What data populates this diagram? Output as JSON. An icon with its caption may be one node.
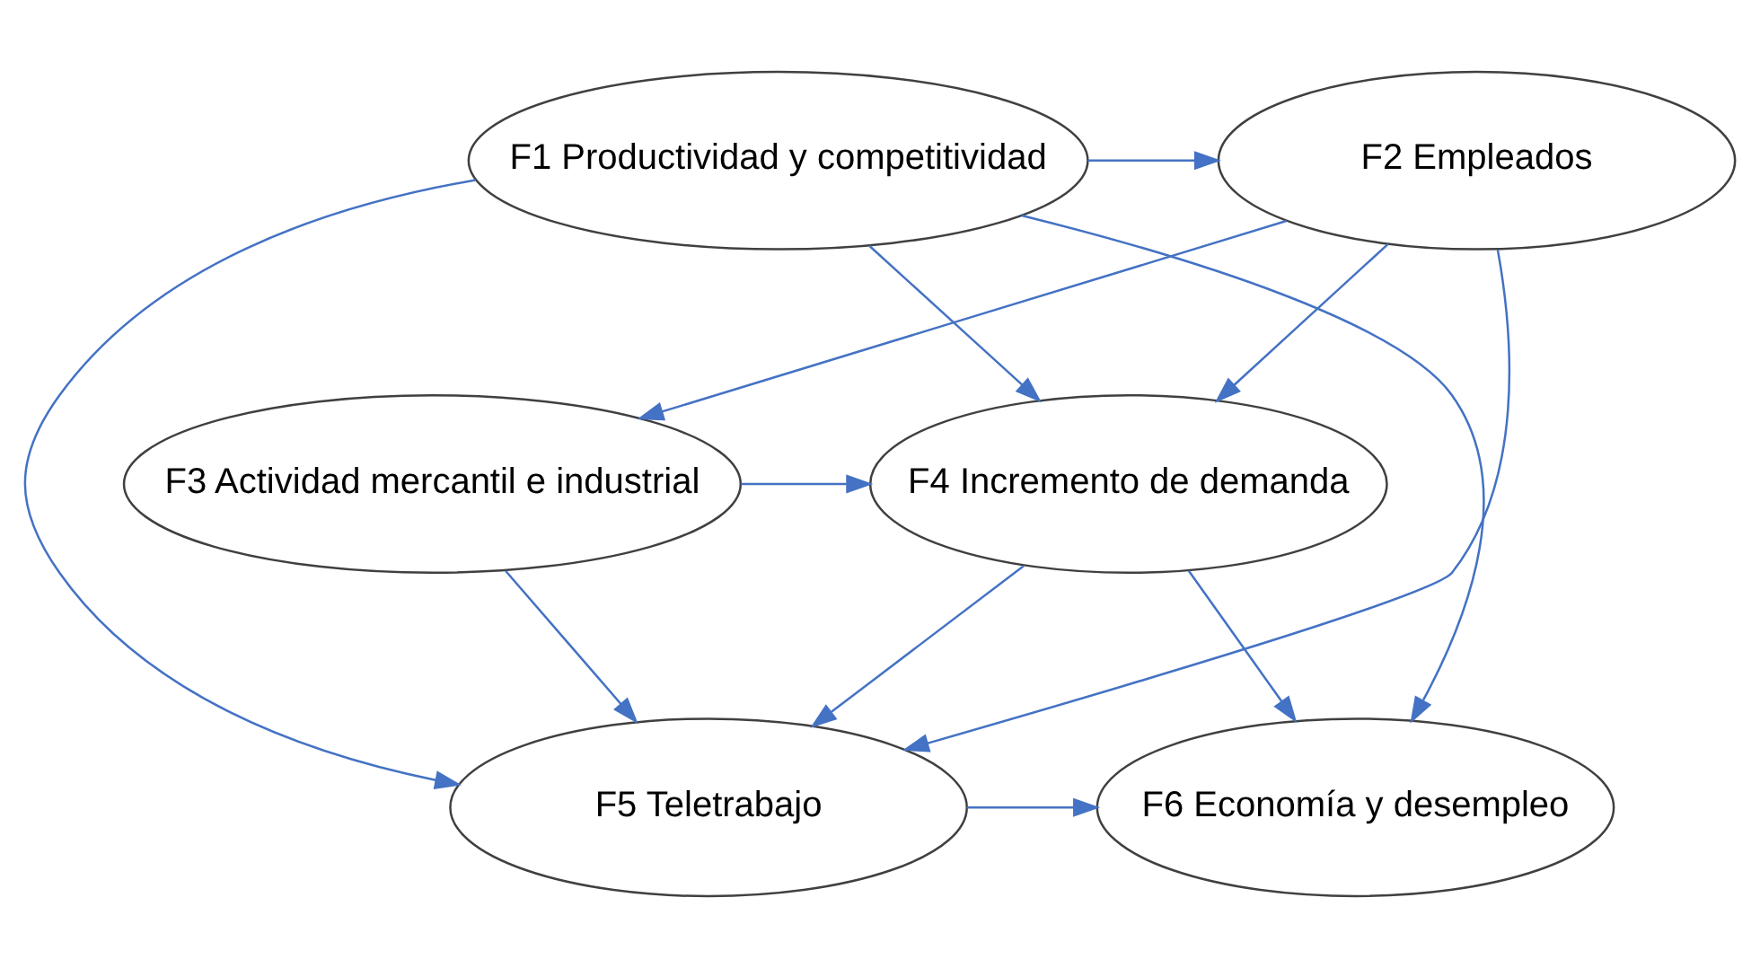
{
  "diagram": {
    "nodes": [
      {
        "text": [
          "F1 Productividad y competitividad"
        ]
      },
      {
        "text": [
          "F2 Empleados"
        ]
      },
      {
        "text": [
          "F3 Actividad mercantil e industrial"
        ]
      },
      {
        "text": [
          "F4 Incremento de demanda"
        ]
      },
      {
        "text": [
          "F5 Teletrabajo"
        ]
      },
      {
        "text": [
          "F6 Economía y desempleo"
        ]
      }
    ],
    "edges": [
      {
        "from": 0,
        "to": 1,
        "arrow": "to"
      },
      {
        "from": 0,
        "to": 3,
        "arrow": "to"
      },
      {
        "from": 0,
        "to": 4,
        "arrow": "to"
      },
      {
        "from": 0,
        "to": 5,
        "arrow": "to"
      },
      {
        "from": 1,
        "to": 2,
        "arrow": "to"
      },
      {
        "from": 1,
        "to": 3,
        "arrow": "to"
      },
      {
        "from": 1,
        "to": 4,
        "arrow": "to"
      },
      {
        "from": 2,
        "to": 3,
        "arrow": "to"
      },
      {
        "from": 2,
        "to": 4,
        "arrow": "to"
      },
      {
        "from": 3,
        "to": 4,
        "arrow": "to"
      },
      {
        "from": 3,
        "to": 5,
        "arrow": "to"
      },
      {
        "from": 4,
        "to": 5,
        "arrow": "to"
      }
    ]
  }
}
